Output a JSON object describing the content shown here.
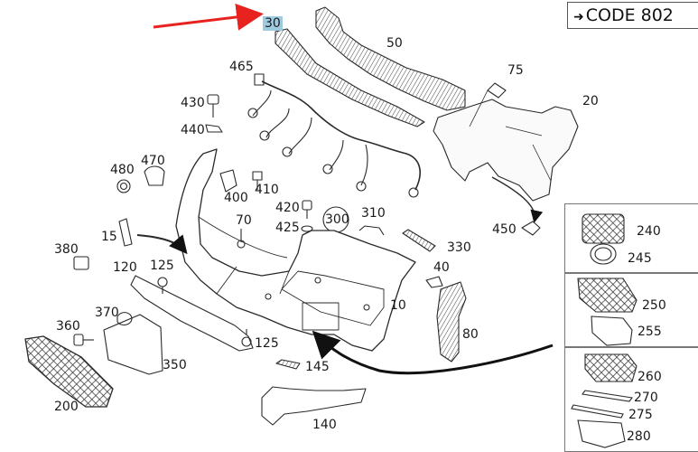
{
  "code_box": {
    "arrow": "➜",
    "text": "CODE 802"
  },
  "callouts": [
    {
      "id": "c30",
      "text": "30",
      "highlight": true
    },
    {
      "id": "c50",
      "text": "50"
    },
    {
      "id": "c75",
      "text": "75"
    },
    {
      "id": "c20",
      "text": "20"
    },
    {
      "id": "c465",
      "text": "465"
    },
    {
      "id": "c430",
      "text": "430"
    },
    {
      "id": "c440",
      "text": "440"
    },
    {
      "id": "c470",
      "text": "470"
    },
    {
      "id": "c480",
      "text": "480"
    },
    {
      "id": "c400",
      "text": "400"
    },
    {
      "id": "c410",
      "text": "410"
    },
    {
      "id": "c420",
      "text": "420"
    },
    {
      "id": "c425",
      "text": "425"
    },
    {
      "id": "c300",
      "text": "300"
    },
    {
      "id": "c310",
      "text": "310"
    },
    {
      "id": "c330",
      "text": "330"
    },
    {
      "id": "c450",
      "text": "450"
    },
    {
      "id": "c70",
      "text": "70"
    },
    {
      "id": "c15",
      "text": "15"
    },
    {
      "id": "c380",
      "text": "380"
    },
    {
      "id": "c120",
      "text": "120"
    },
    {
      "id": "c125a",
      "text": "125"
    },
    {
      "id": "c40",
      "text": "40"
    },
    {
      "id": "c10",
      "text": "10"
    },
    {
      "id": "c370",
      "text": "370"
    },
    {
      "id": "c360",
      "text": "360"
    },
    {
      "id": "c125b",
      "text": "125"
    },
    {
      "id": "c80",
      "text": "80"
    },
    {
      "id": "c350",
      "text": "350"
    },
    {
      "id": "c145",
      "text": "145"
    },
    {
      "id": "c200",
      "text": "200"
    },
    {
      "id": "c140",
      "text": "140"
    },
    {
      "id": "c240",
      "text": "240"
    },
    {
      "id": "c245",
      "text": "245"
    },
    {
      "id": "c250",
      "text": "250"
    },
    {
      "id": "c255",
      "text": "255"
    },
    {
      "id": "c260",
      "text": "260"
    },
    {
      "id": "c270",
      "text": "270"
    },
    {
      "id": "c275",
      "text": "275"
    },
    {
      "id": "c280",
      "text": "280"
    }
  ],
  "colors": {
    "pointer_arrow": "#e8231f",
    "highlight": "#9ecbe0",
    "line": "#2a2a2a"
  }
}
